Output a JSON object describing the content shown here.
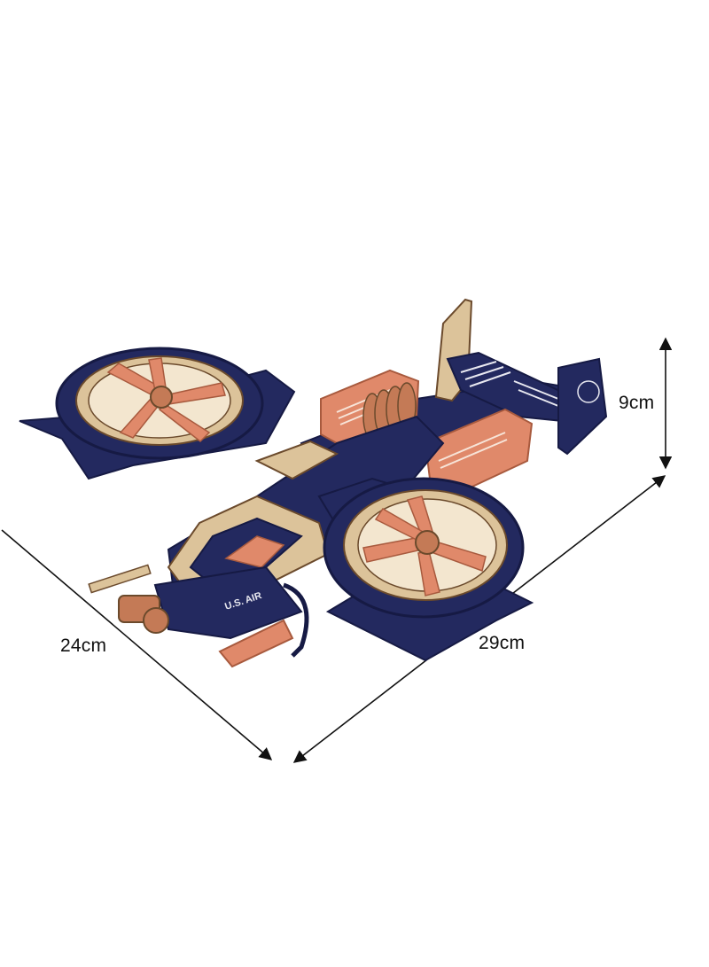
{
  "dimensions": {
    "height": "9cm",
    "depth": "24cm",
    "width": "29cm"
  },
  "model": {
    "fuselage_text": "U.S. AIR"
  },
  "colors": {
    "navy": "#23295f",
    "navy_dark": "#161a44",
    "copper": "#e0896a",
    "copper_dark": "#a85a3e",
    "wood": "#dcc39a",
    "wood_dark": "#6b4a2c",
    "arrow": "#111111"
  }
}
